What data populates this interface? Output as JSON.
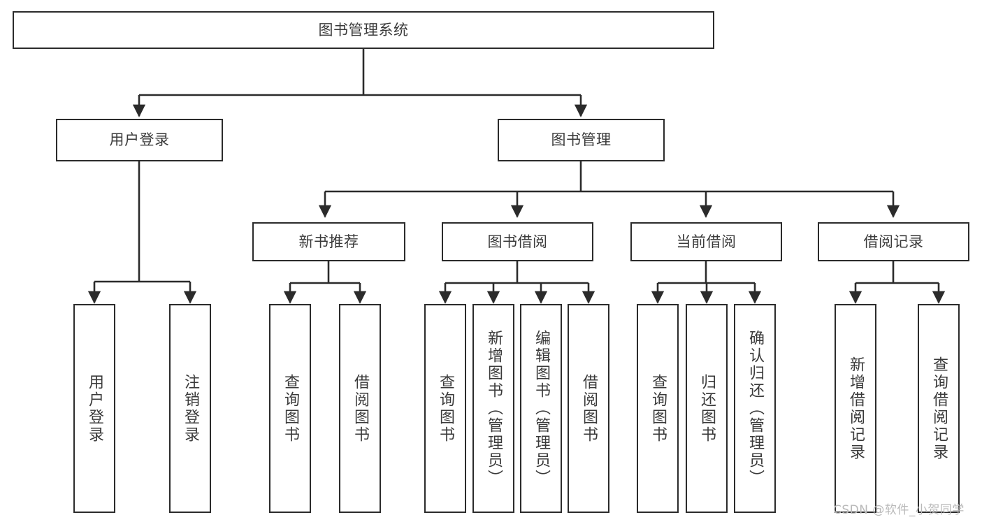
{
  "diagram": {
    "title": "图书管理系统",
    "type": "hierarchy-tree",
    "root": {
      "id": "root",
      "label": "图书管理系统",
      "orientation": "horizontal"
    },
    "level2": [
      {
        "id": "user-login",
        "label": "用户登录",
        "orientation": "horizontal"
      },
      {
        "id": "book-management",
        "label": "图书管理",
        "orientation": "horizontal"
      }
    ],
    "level3": [
      {
        "id": "new-book-recommend",
        "label": "新书推荐",
        "orientation": "horizontal",
        "parent": "book-management"
      },
      {
        "id": "book-borrow",
        "label": "图书借阅",
        "orientation": "horizontal",
        "parent": "book-management"
      },
      {
        "id": "current-borrow",
        "label": "当前借阅",
        "orientation": "horizontal",
        "parent": "book-management"
      },
      {
        "id": "borrow-record",
        "label": "借阅记录",
        "orientation": "horizontal",
        "parent": "book-management"
      }
    ],
    "leaves": [
      {
        "id": "leaf-user-login",
        "label": "用户登录",
        "orientation": "vertical",
        "parent": "user-login"
      },
      {
        "id": "leaf-user-logout",
        "label": "注销登录",
        "orientation": "vertical",
        "parent": "user-login"
      },
      {
        "id": "leaf-query-book-1",
        "label": "查询图书",
        "orientation": "vertical",
        "parent": "new-book-recommend"
      },
      {
        "id": "leaf-borrow-book-1",
        "label": "借阅图书",
        "orientation": "vertical",
        "parent": "new-book-recommend"
      },
      {
        "id": "leaf-query-book-2",
        "label": "查询图书",
        "orientation": "vertical",
        "parent": "book-borrow"
      },
      {
        "id": "leaf-add-book",
        "label": "新增图书（管理员）",
        "orientation": "vertical",
        "parent": "book-borrow"
      },
      {
        "id": "leaf-edit-book",
        "label": "编辑图书（管理员）",
        "orientation": "vertical",
        "parent": "book-borrow"
      },
      {
        "id": "leaf-borrow-book-2",
        "label": "借阅图书",
        "orientation": "vertical",
        "parent": "book-borrow"
      },
      {
        "id": "leaf-query-book-3",
        "label": "查询图书",
        "orientation": "vertical",
        "parent": "current-borrow"
      },
      {
        "id": "leaf-return-book",
        "label": "归还图书",
        "orientation": "vertical",
        "parent": "current-borrow"
      },
      {
        "id": "leaf-confirm-return",
        "label": "确认归还（管理员）",
        "orientation": "vertical",
        "parent": "current-borrow"
      },
      {
        "id": "leaf-add-record",
        "label": "新增借阅记录",
        "orientation": "vertical",
        "parent": "borrow-record"
      },
      {
        "id": "leaf-query-record",
        "label": "查询借阅记录",
        "orientation": "vertical",
        "parent": "borrow-record"
      }
    ],
    "colors": {
      "box_border": "#2b2b2b",
      "box_fill": "#ffffff",
      "connector": "#2b2b2b",
      "text": "#3a3a3a",
      "watermark": "#b9b9b9",
      "background": "#ffffff"
    }
  },
  "watermark": {
    "text": "CSDN @软件_小贺同学"
  }
}
